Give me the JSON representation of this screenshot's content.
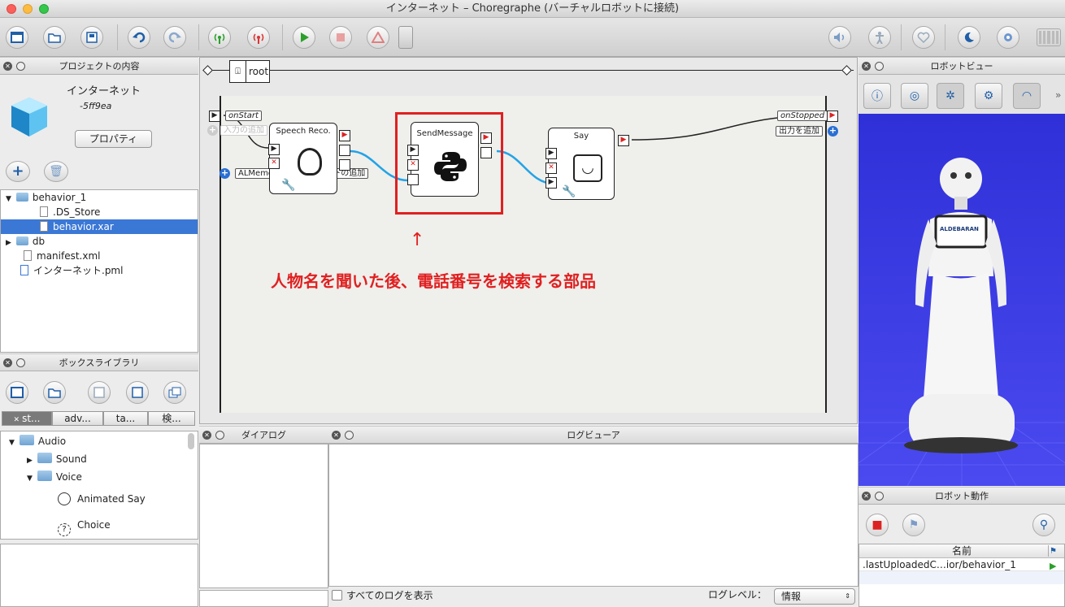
{
  "window": {
    "title": "インターネット – Choregraphe (バーチャルロボットに接続)"
  },
  "toolbar": {
    "icons": [
      "new-window-icon",
      "open-folder-icon",
      "save-icon",
      "undo-icon",
      "redo-icon",
      "connect-icon",
      "disconnect-icon",
      "play-icon",
      "stop-icon",
      "debug-icon",
      "volume-icon",
      "animation-mode-icon",
      "heart-icon",
      "sleep-icon",
      "settings-icon",
      "battery-icon"
    ]
  },
  "project_panel": {
    "title": "プロジェクトの内容",
    "project_name": "インターネット",
    "project_id": "-5ff9ea",
    "properties_button": "プロパティ",
    "tree": [
      {
        "label": "behavior_1",
        "type": "folder",
        "expanded": true
      },
      {
        "label": ".DS_Store",
        "type": "file"
      },
      {
        "label": "behavior.xar",
        "type": "file",
        "selected": true
      },
      {
        "label": "db",
        "type": "folder",
        "expanded": false
      },
      {
        "label": "manifest.xml",
        "type": "file"
      },
      {
        "label": "インターネット.pml",
        "type": "file"
      }
    ]
  },
  "box_library": {
    "title": "ボックスライブラリ",
    "tabs": [
      "st...",
      "adv...",
      "ta...",
      "検..."
    ],
    "tree": [
      {
        "label": "Audio",
        "type": "folder"
      },
      {
        "label": "Sound",
        "type": "folder"
      },
      {
        "label": "Voice",
        "type": "folder"
      },
      {
        "label": "Animated Say",
        "type": "box"
      },
      {
        "label": "Choice",
        "type": "box"
      }
    ]
  },
  "canvas": {
    "breadcrumb": "root",
    "on_start": "onStart",
    "add_input": "入力の追加",
    "add_almemory": "ALMemory からのイベントの追加",
    "on_stopped": "onStopped",
    "add_output": "出力を追加",
    "boxes": [
      {
        "title": "Speech Reco."
      },
      {
        "title": "SendMessage"
      },
      {
        "title": "Say"
      }
    ],
    "annotation_arrow": "↑",
    "annotation_text": "人物名を聞いた後、電話番号を検索する部品",
    "annotation_color": "#e02020"
  },
  "dialog_panel": {
    "title": "ダイアログ"
  },
  "log_panel": {
    "title": "ログビューア",
    "show_all_label": "すべてのログを表示",
    "level_label": "ログレベル：",
    "level_value": "情報"
  },
  "robot_view": {
    "title": "ロボットビュー",
    "brand": "ALDEBARAN",
    "background": "#3a3ae0"
  },
  "robot_actions": {
    "title": "ロボット動作",
    "column_name": "名前",
    "rows": [
      ".lastUploadedC…ior/behavior_1"
    ]
  }
}
